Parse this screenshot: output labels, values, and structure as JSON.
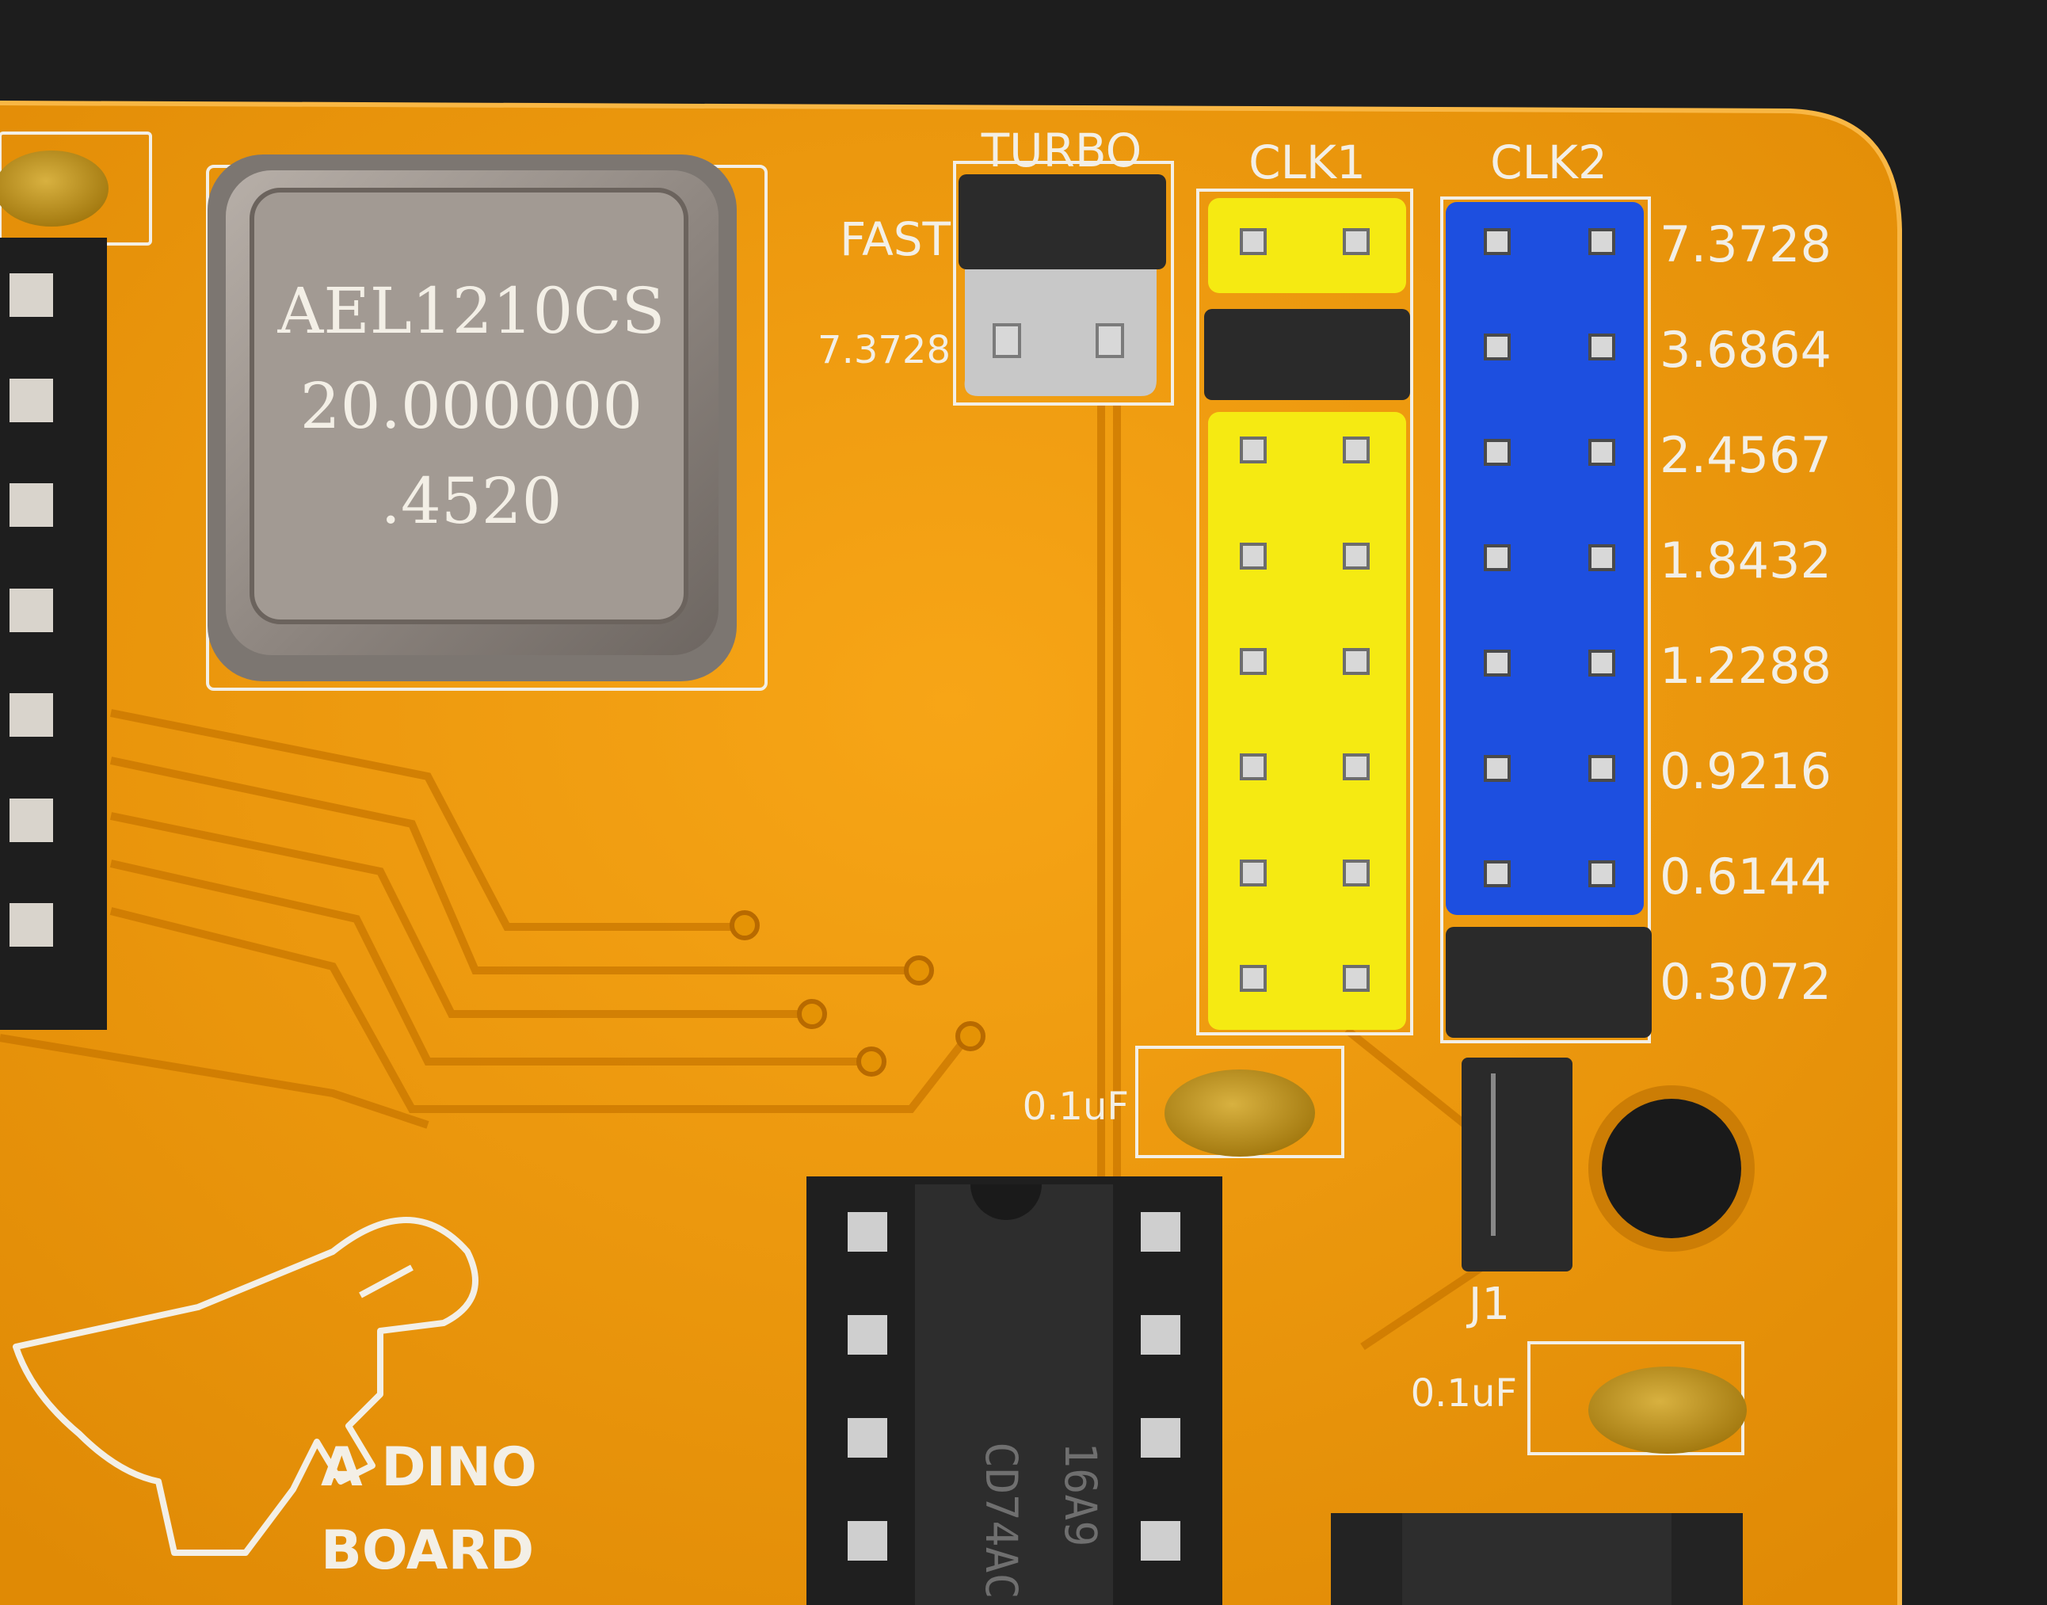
{
  "board": {
    "pcb_color": "#f59e0b",
    "silkscreen_color": "#f3efe6",
    "background_color": "#1e1e1e"
  },
  "crystal": {
    "line1": "AEL1210CS",
    "line2": "20.000000",
    "line3": ".4520"
  },
  "jumper_labels": {
    "turbo": "TURBO",
    "clk1": "CLK1",
    "clk2": "CLK2",
    "fast": "FAST",
    "turbo_freq": "7.3728"
  },
  "clk2_frequencies": [
    "7.3728",
    "3.6864",
    "2.4567",
    "1.8432",
    "1.2288",
    "0.9216",
    "0.6144",
    "0.3072"
  ],
  "capacitor_labels": {
    "c_upper": "0.1uF",
    "c_lower": "0.1uF"
  },
  "jumper_id": "J1",
  "logic_chip": {
    "line1": "16A9",
    "line2": "CD74AC"
  },
  "logo": {
    "line1": "A DINO",
    "line2": "BOARD"
  },
  "header_colors": {
    "clk1": "#f5ea12",
    "clk2": "#1d4fe0",
    "jumper_cap": "#2a2a2a",
    "turbo_socket": "#c8c8c8"
  }
}
